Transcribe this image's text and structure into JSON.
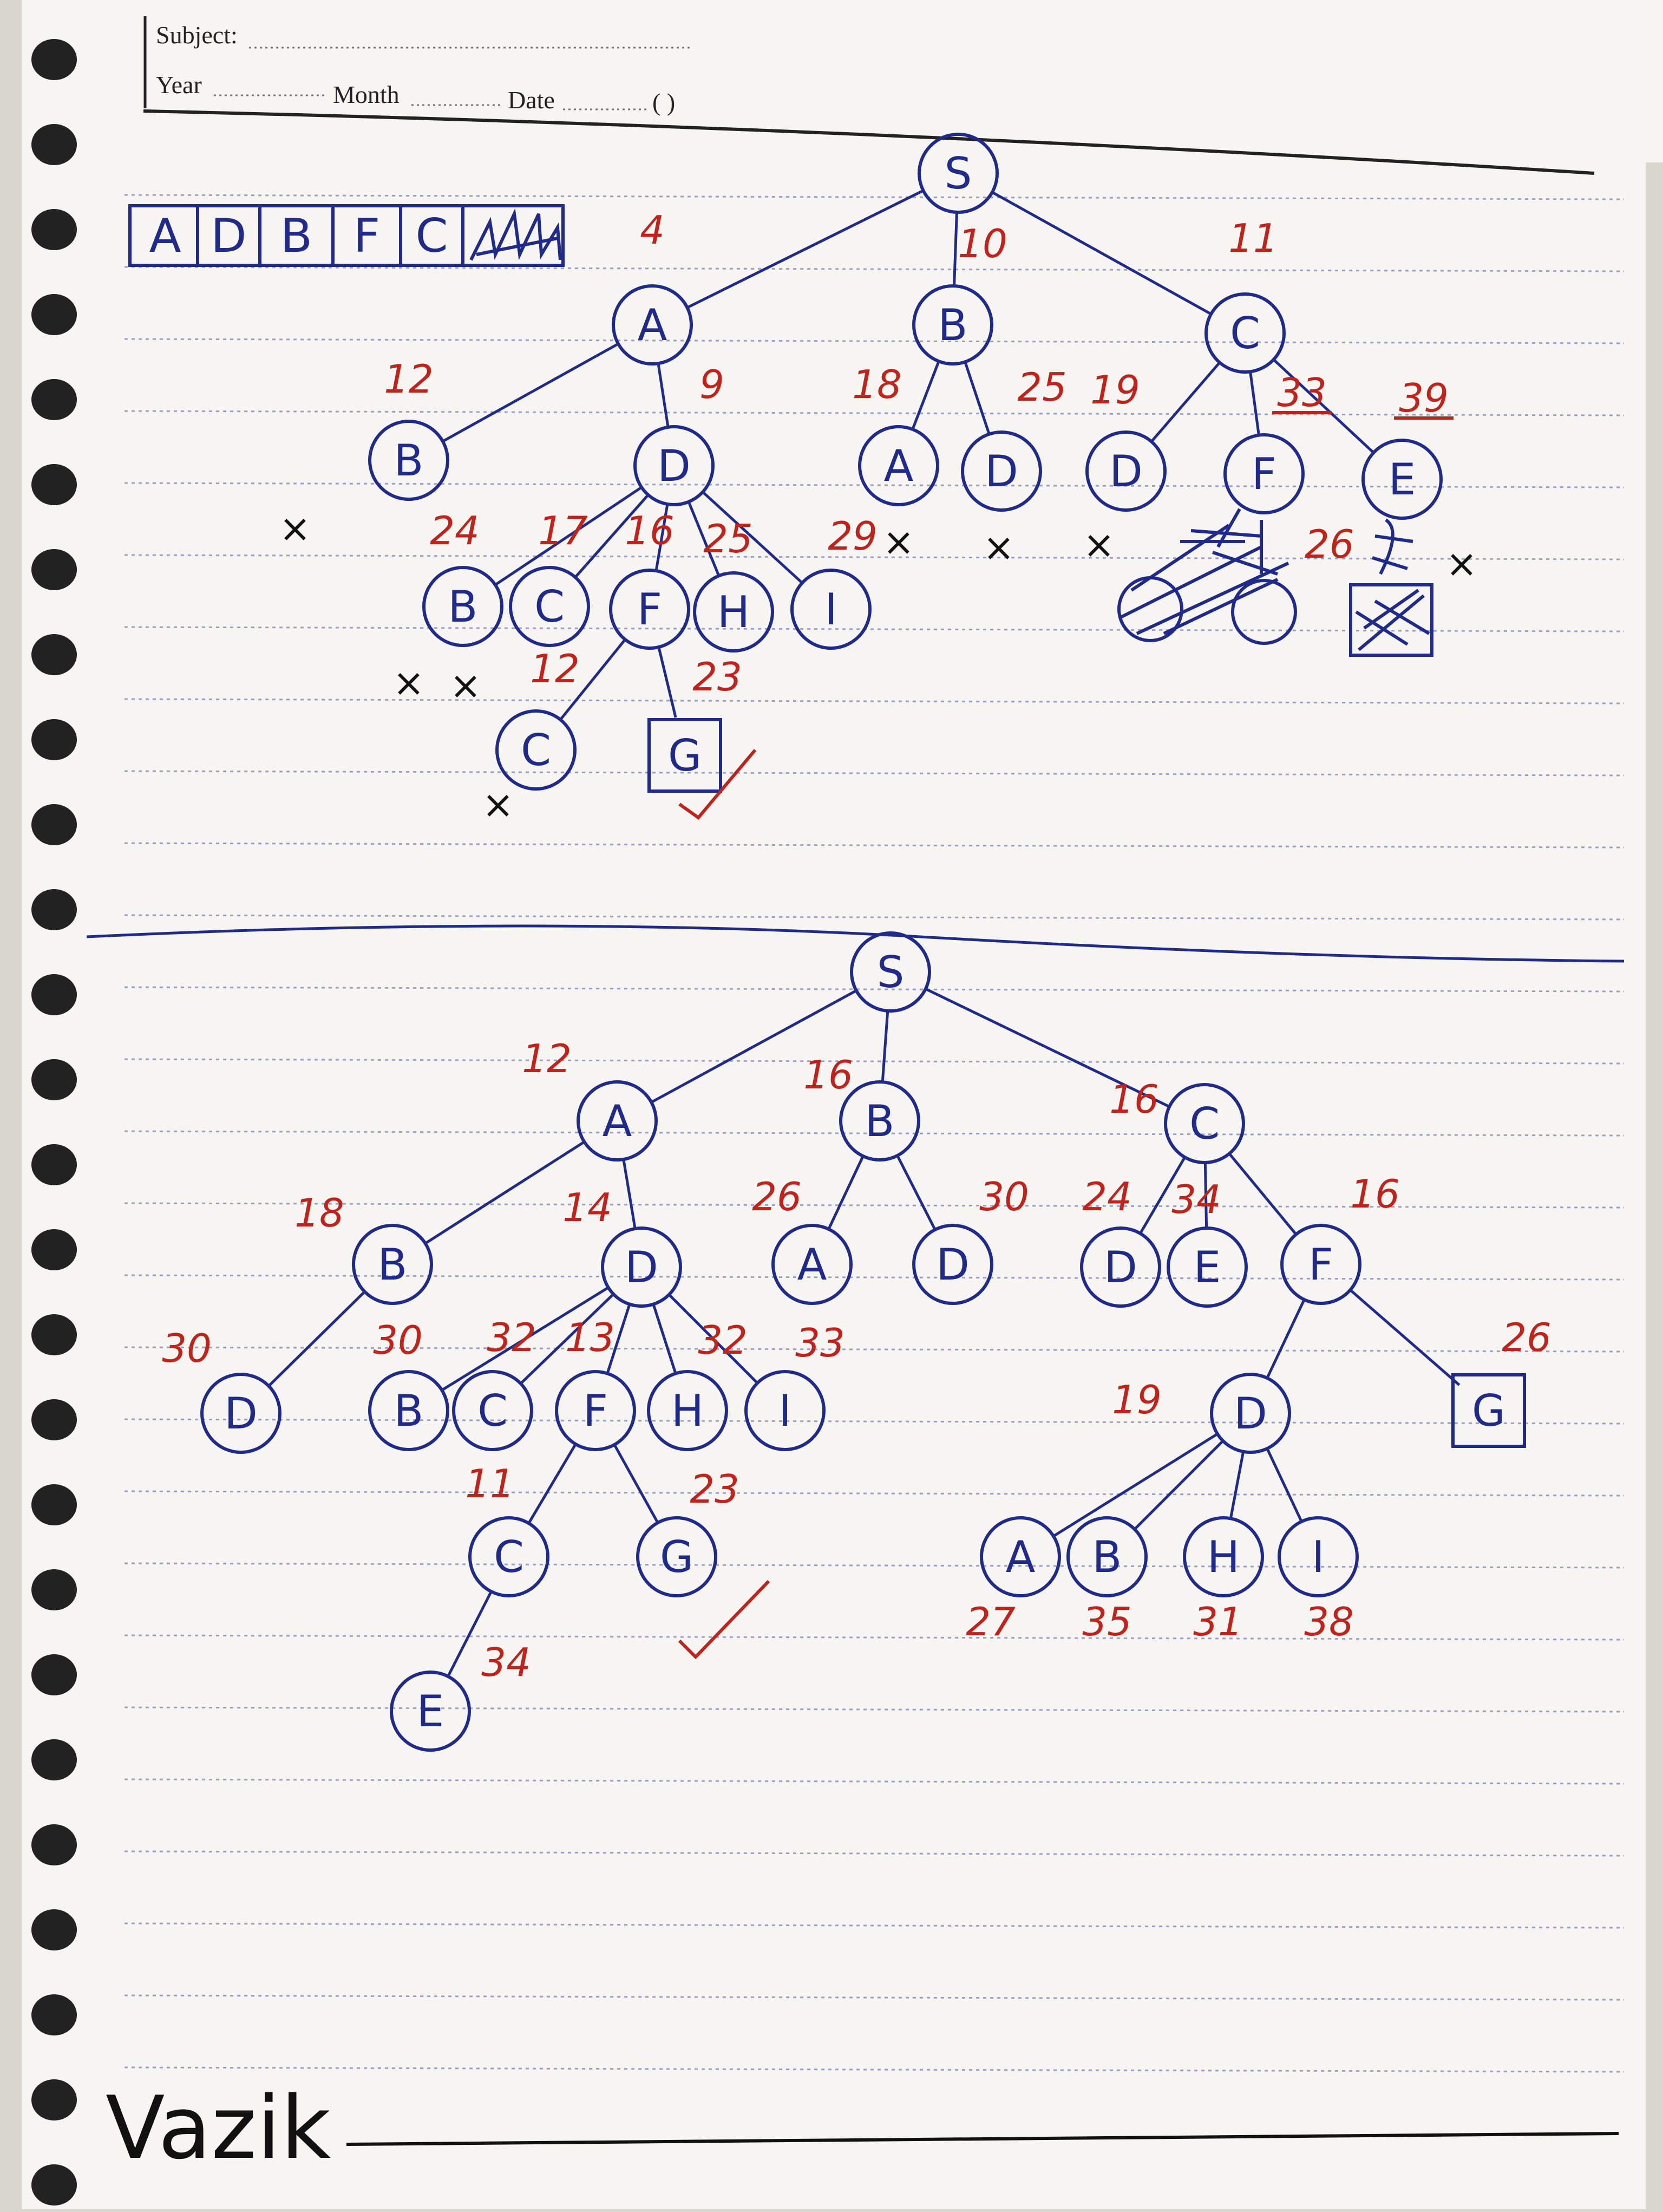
{
  "header": {
    "subject_label": "Subject:",
    "year_label": "Year",
    "month_label": "Month",
    "date_label": "Date",
    "paren": "( )"
  },
  "brand": "Vazik",
  "queue": [
    "A",
    "D",
    "B",
    "F",
    "C"
  ],
  "colors": {
    "ink_blue": "#1f2a8a",
    "ink_red": "#c0221c",
    "paper": "#f6f5f1",
    "rule": "#9aa0c7"
  },
  "tree1": {
    "nodes": [
      {
        "id": "t1-S",
        "label": "S",
        "shape": "circle"
      },
      {
        "id": "t1-A",
        "label": "A",
        "shape": "circle",
        "cost": "4"
      },
      {
        "id": "t1-B",
        "label": "B",
        "shape": "circle",
        "cost": "10"
      },
      {
        "id": "t1-C",
        "label": "C",
        "shape": "circle",
        "cost": "11"
      },
      {
        "id": "t1-AB",
        "label": "B",
        "shape": "circle",
        "cost": "12"
      },
      {
        "id": "t1-AD",
        "label": "D",
        "shape": "circle",
        "cost": "9"
      },
      {
        "id": "t1-BA",
        "label": "A",
        "shape": "circle",
        "cost": "18"
      },
      {
        "id": "t1-BD",
        "label": "D",
        "shape": "circle",
        "cost": "25"
      },
      {
        "id": "t1-CD",
        "label": "D",
        "shape": "circle",
        "cost": "19"
      },
      {
        "id": "t1-CF",
        "label": "F",
        "shape": "circle",
        "cost": "33"
      },
      {
        "id": "t1-CE",
        "label": "E",
        "shape": "circle",
        "cost": "39"
      },
      {
        "id": "t1-DB",
        "label": "B",
        "shape": "circle",
        "cost": "24"
      },
      {
        "id": "t1-DC",
        "label": "C",
        "shape": "circle",
        "cost": "17"
      },
      {
        "id": "t1-DF",
        "label": "F",
        "shape": "circle",
        "cost": "16"
      },
      {
        "id": "t1-DH",
        "label": "H",
        "shape": "circle",
        "cost": "25"
      },
      {
        "id": "t1-DI",
        "label": "I",
        "shape": "circle",
        "cost": "29"
      },
      {
        "id": "t1-FC",
        "label": "C",
        "shape": "circle",
        "cost": "12"
      },
      {
        "id": "t1-FG",
        "label": "G",
        "shape": "square",
        "cost": "23"
      }
    ],
    "extra_marks": [
      "26",
      "×"
    ]
  },
  "tree2": {
    "nodes": [
      {
        "id": "t2-S",
        "label": "S",
        "shape": "circle"
      },
      {
        "id": "t2-A",
        "label": "A",
        "shape": "circle",
        "cost": "12"
      },
      {
        "id": "t2-B",
        "label": "B",
        "shape": "circle",
        "cost": "16"
      },
      {
        "id": "t2-C",
        "label": "C",
        "shape": "circle",
        "cost": "16"
      },
      {
        "id": "t2-AB",
        "label": "B",
        "shape": "circle",
        "cost": "18"
      },
      {
        "id": "t2-AD",
        "label": "D",
        "shape": "circle",
        "cost": "14"
      },
      {
        "id": "t2-BA",
        "label": "A",
        "shape": "circle",
        "cost": "26"
      },
      {
        "id": "t2-BD",
        "label": "D",
        "shape": "circle",
        "cost": "30"
      },
      {
        "id": "t2-CD",
        "label": "D",
        "shape": "circle",
        "cost": "24"
      },
      {
        "id": "t2-CE",
        "label": "E",
        "shape": "circle",
        "cost": "34"
      },
      {
        "id": "t2-CF",
        "label": "F",
        "shape": "circle",
        "cost": "16"
      },
      {
        "id": "t2-ABD",
        "label": "D",
        "shape": "circle",
        "cost": "30"
      },
      {
        "id": "t2-DB",
        "label": "B",
        "shape": "circle",
        "cost": "30"
      },
      {
        "id": "t2-DC",
        "label": "C",
        "shape": "circle",
        "cost": "32"
      },
      {
        "id": "t2-DF",
        "label": "F",
        "shape": "circle",
        "cost": "13"
      },
      {
        "id": "t2-DH",
        "label": "H",
        "shape": "circle",
        "cost": "32"
      },
      {
        "id": "t2-DI",
        "label": "I",
        "shape": "circle",
        "cost": "33"
      },
      {
        "id": "t2-FC",
        "label": "C",
        "shape": "circle",
        "cost": "11"
      },
      {
        "id": "t2-FG",
        "label": "G",
        "shape": "circle",
        "cost": "23"
      },
      {
        "id": "t2-CE2",
        "label": "E",
        "shape": "circle",
        "cost": "34"
      },
      {
        "id": "t2-FD",
        "label": "D",
        "shape": "circle",
        "cost": "19"
      },
      {
        "id": "t2-FGs",
        "label": "G",
        "shape": "square",
        "cost": "26"
      },
      {
        "id": "t2-DA",
        "label": "A",
        "shape": "circle",
        "cost": "27"
      },
      {
        "id": "t2-DB2",
        "label": "B",
        "shape": "circle",
        "cost": "35"
      },
      {
        "id": "t2-DH2",
        "label": "H",
        "shape": "circle",
        "cost": "31"
      },
      {
        "id": "t2-DI2",
        "label": "I",
        "shape": "circle",
        "cost": "38"
      }
    ]
  }
}
